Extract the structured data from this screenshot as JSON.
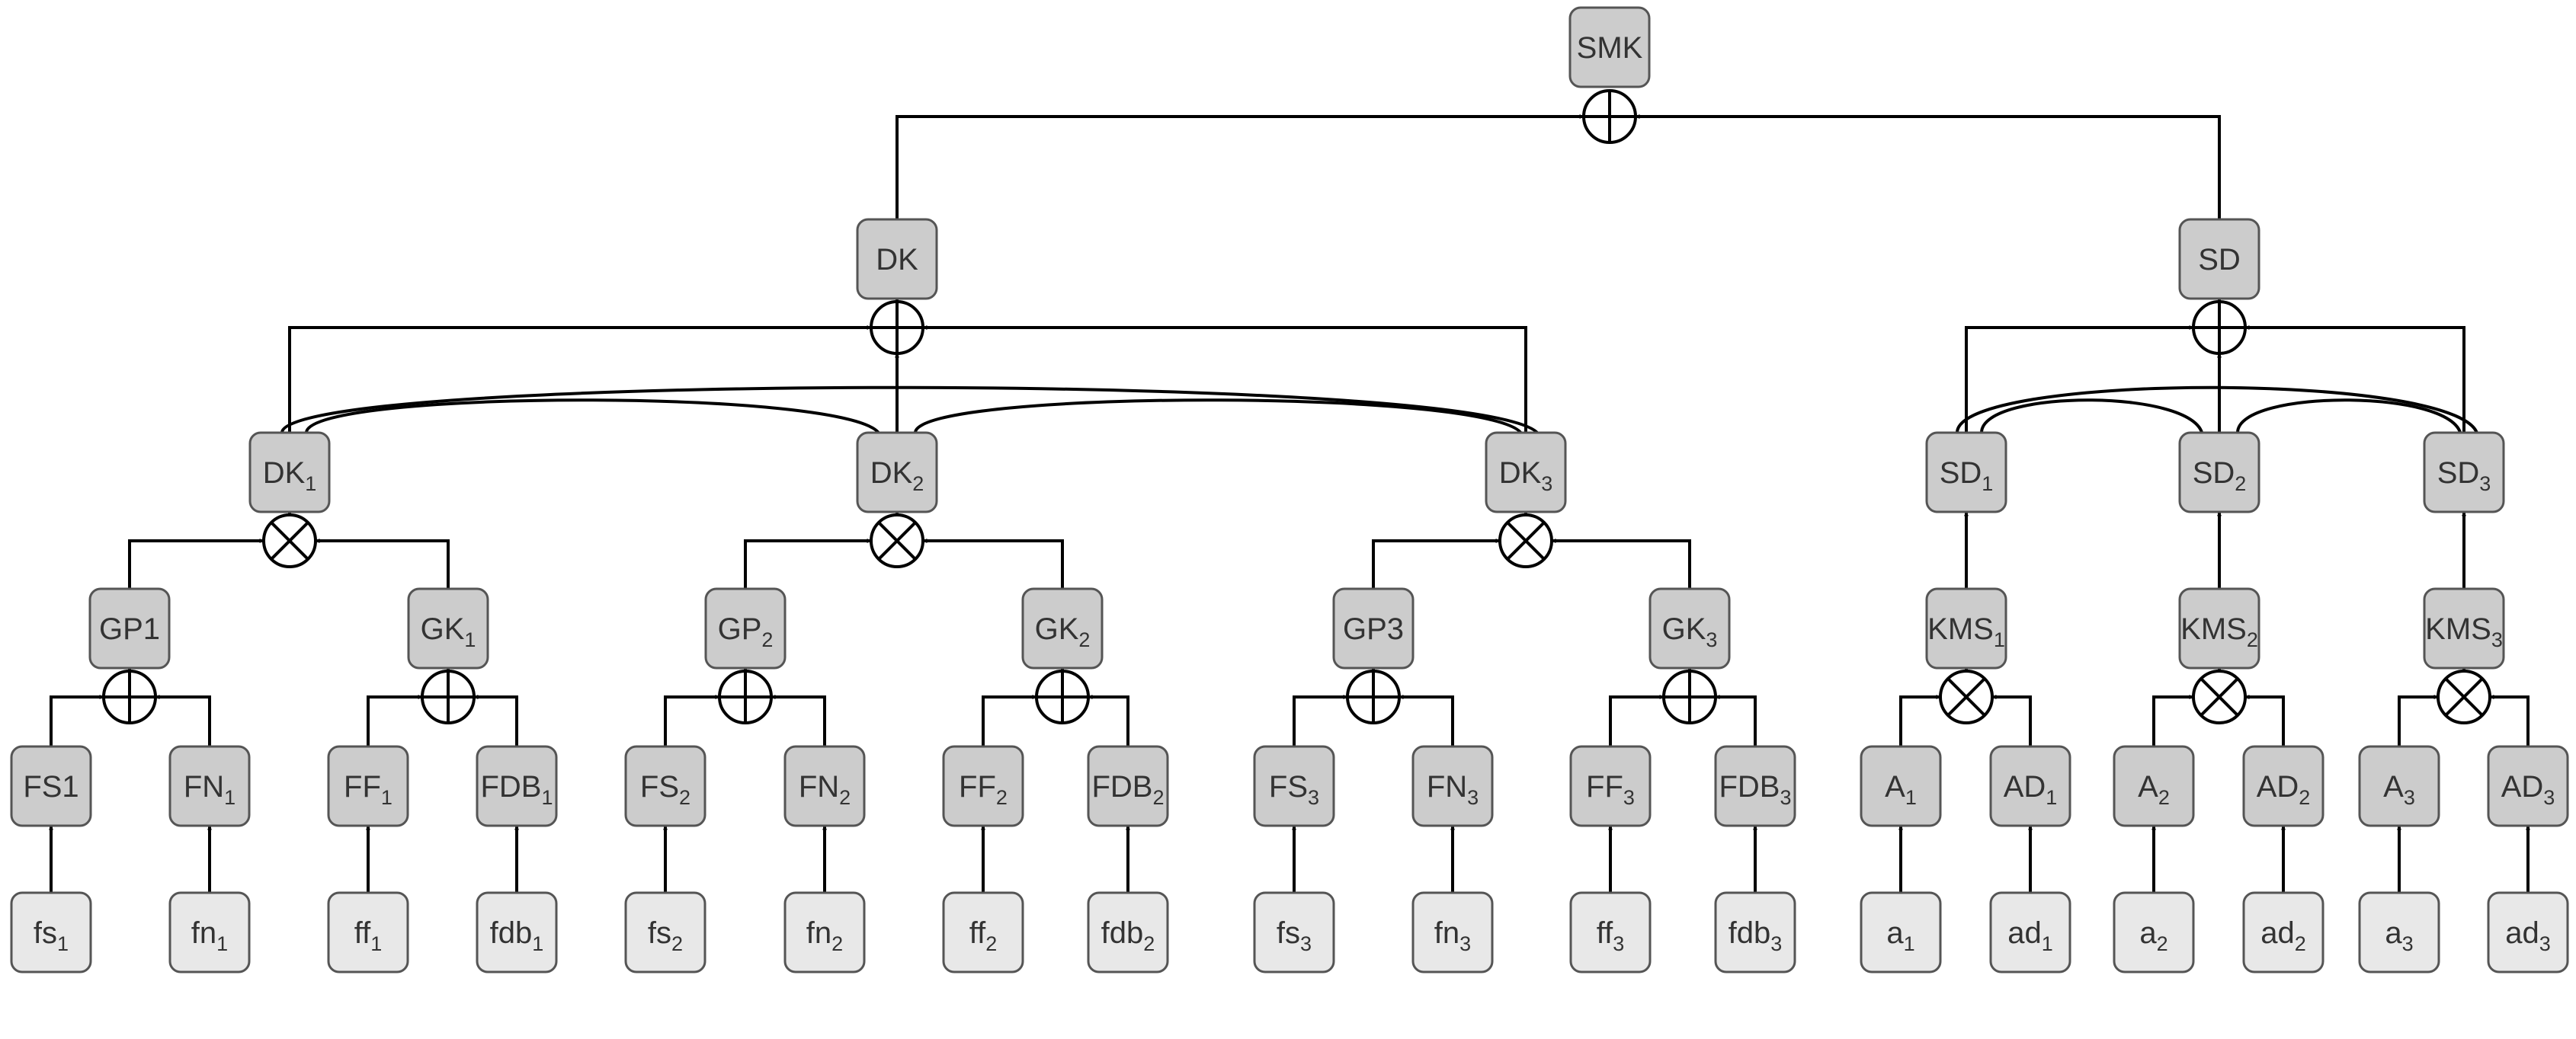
{
  "colors": {
    "node_fill": "#cccccc",
    "input_fill": "#e8e8e8",
    "stroke": "#555555",
    "edge": "#000000"
  },
  "nodes": {
    "smk": {
      "text": "SMK",
      "sub": ""
    },
    "dk": {
      "text": "DK",
      "sub": ""
    },
    "sd": {
      "text": "SD",
      "sub": ""
    },
    "dk1": {
      "text": "DK",
      "sub": "1"
    },
    "dk2": {
      "text": "DK",
      "sub": "2"
    },
    "dk3": {
      "text": "DK",
      "sub": "3"
    },
    "sd1": {
      "text": "SD",
      "sub": "1"
    },
    "sd2": {
      "text": "SD",
      "sub": "2"
    },
    "sd3": {
      "text": "SD",
      "sub": "3"
    },
    "gp1": {
      "text": "GP1",
      "sub": ""
    },
    "gk1": {
      "text": "GK",
      "sub": "1"
    },
    "gp2": {
      "text": "GP",
      "sub": "2"
    },
    "gk2": {
      "text": "GK",
      "sub": "2"
    },
    "gp3": {
      "text": "GP3",
      "sub": ""
    },
    "gk3": {
      "text": "GK",
      "sub": "3"
    },
    "kms1": {
      "text": "KMS",
      "sub": "1"
    },
    "kms2": {
      "text": "KMS",
      "sub": "2"
    },
    "kms3": {
      "text": "KMS",
      "sub": "3"
    },
    "fs1": {
      "text": "FS1",
      "sub": ""
    },
    "fn1": {
      "text": "FN",
      "sub": "1"
    },
    "ff1": {
      "text": "FF",
      "sub": "1"
    },
    "fdb1": {
      "text": "FDB",
      "sub": "1"
    },
    "fs2": {
      "text": "FS",
      "sub": "2"
    },
    "fn2": {
      "text": "FN",
      "sub": "2"
    },
    "ff2": {
      "text": "FF",
      "sub": "2"
    },
    "fdb2": {
      "text": "FDB",
      "sub": "2"
    },
    "fs3": {
      "text": "FS",
      "sub": "3"
    },
    "fn3": {
      "text": "FN",
      "sub": "3"
    },
    "ff3": {
      "text": "FF",
      "sub": "3"
    },
    "fdb3": {
      "text": "FDB",
      "sub": "3"
    },
    "A1": {
      "text": "A",
      "sub": "1"
    },
    "AD1": {
      "text": "AD",
      "sub": "1"
    },
    "A2": {
      "text": "A",
      "sub": "2"
    },
    "AD2": {
      "text": "AD",
      "sub": "2"
    },
    "A3": {
      "text": "A",
      "sub": "3"
    },
    "AD3": {
      "text": "AD",
      "sub": "3"
    },
    "in_fs1": {
      "text": "fs",
      "sub": "1"
    },
    "in_fn1": {
      "text": "fn",
      "sub": "1"
    },
    "in_ff1": {
      "text": "ff",
      "sub": "1"
    },
    "in_fdb1": {
      "text": "fdb",
      "sub": "1"
    },
    "in_fs2": {
      "text": "fs",
      "sub": "2"
    },
    "in_fn2": {
      "text": "fn",
      "sub": "2"
    },
    "in_ff2": {
      "text": "ff",
      "sub": "2"
    },
    "in_fdb2": {
      "text": "fdb",
      "sub": "2"
    },
    "in_fs3": {
      "text": "fs",
      "sub": "3"
    },
    "in_fn3": {
      "text": "fn",
      "sub": "3"
    },
    "in_ff3": {
      "text": "ff",
      "sub": "3"
    },
    "in_fdb3": {
      "text": "fdb",
      "sub": "3"
    },
    "in_a1": {
      "text": "a",
      "sub": "1"
    },
    "in_ad1": {
      "text": "ad",
      "sub": "1"
    },
    "in_a2": {
      "text": "a",
      "sub": "2"
    },
    "in_ad2": {
      "text": "ad",
      "sub": "2"
    },
    "in_a3": {
      "text": "a",
      "sub": "3"
    },
    "in_ad3": {
      "text": "ad",
      "sub": "3"
    }
  }
}
